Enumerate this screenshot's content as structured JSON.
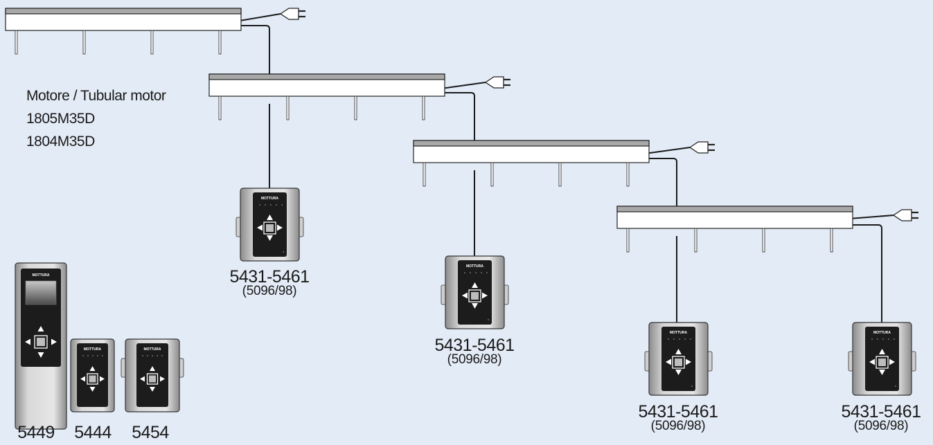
{
  "motor_label": {
    "line1": "Motore / Tubular motor",
    "line2": "1805M35D",
    "line3": "1804M35D"
  },
  "wall_controls": [
    {
      "model": "5431-5461",
      "sub": "(5096/98)"
    },
    {
      "model": "5431-5461",
      "sub": "(5096/98)"
    },
    {
      "model": "5431-5461",
      "sub": "(5096/98)"
    },
    {
      "model": "5431-5461",
      "sub": "(5096/98)"
    }
  ],
  "devices": [
    {
      "model": "5449"
    },
    {
      "model": "5444"
    },
    {
      "model": "5454"
    }
  ],
  "brand_text": "MOTTURA",
  "colors": {
    "background": "#e3ebf6",
    "motor_top": "#a8a8a8",
    "device_body": "#1c1c1c",
    "wire": "#1a1a1a"
  }
}
